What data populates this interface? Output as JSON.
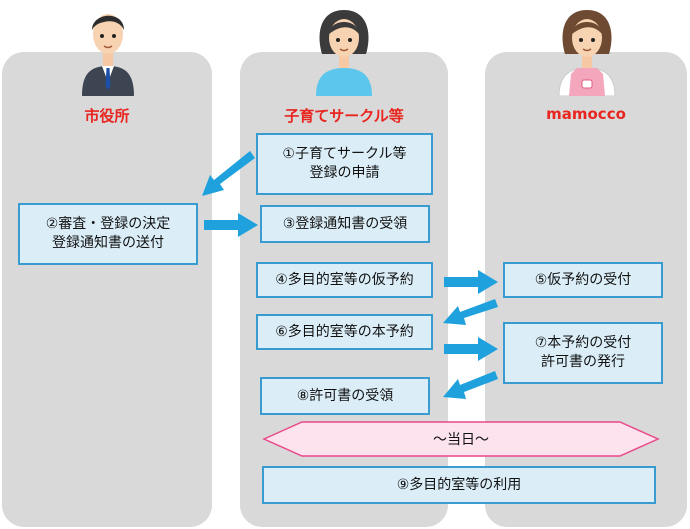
{
  "lanes": {
    "city": {
      "label": "市役所"
    },
    "circle": {
      "label": "子育てサークル等"
    },
    "mamocco": {
      "label": "mamocco"
    }
  },
  "actors": {
    "city": {
      "icon": "businessman-icon"
    },
    "circle": {
      "icon": "woman-icon"
    },
    "mamocco": {
      "icon": "woman-apron-icon"
    }
  },
  "steps": {
    "s1": "①子育てサークル等\n登録の申請",
    "s2": "②審査・登録の決定\n登録通知書の送付",
    "s3": "③登録通知書の受領",
    "s4": "④多目的室等の仮予約",
    "s5": "⑤仮予約の受付",
    "s6": "⑥多目的室等の本予約",
    "s7": "⑦本予約の受付\n許可書の発行",
    "s8": "⑧許可書の受領",
    "s9": "⑨多目的室等の利用"
  },
  "banner": {
    "label": "〜当日〜"
  },
  "colors": {
    "lane": "#d9d9d9",
    "box_fill": "#dbeef8",
    "box_border": "#3a9bd1",
    "arrow": "#1ea1dc",
    "actor_label": "#e8251f",
    "banner_fill": "#fde3ee",
    "banner_border": "#e9498a"
  }
}
